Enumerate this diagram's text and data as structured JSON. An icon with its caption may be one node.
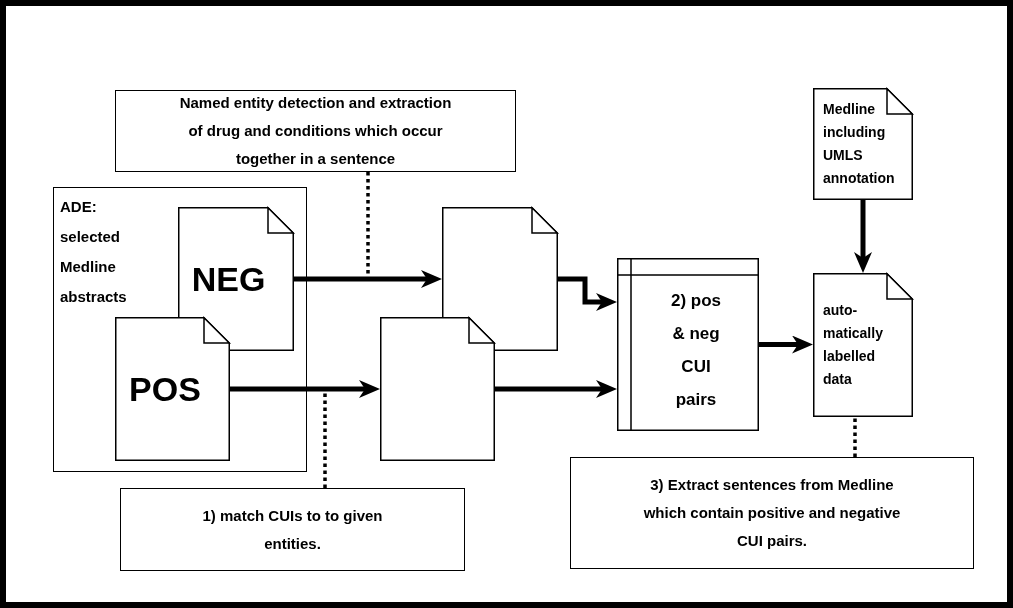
{
  "diagram": {
    "nodes": [
      {
        "text": [
          "ADE: selected Medline abstracts"
        ]
      },
      {
        "text": [
          "NEG"
        ],
        "in": 0
      },
      {
        "text": [
          "POS"
        ],
        "in": 0
      },
      {
        "text": [
          "Named entity detection and extraction of drug and conditions which occur together in a sentence"
        ]
      },
      {
        "text": [],
        "shape": "document"
      },
      {
        "text": [],
        "shape": "document"
      },
      {
        "text": [
          "2) pos & neg CUI pairs"
        ]
      },
      {
        "text": [
          "Medline including UMLS annotation"
        ]
      },
      {
        "text": [
          "auto-matically labelled data"
        ]
      },
      {
        "text": [
          "1) match CUIs to to given entities."
        ]
      },
      {
        "text": [
          "3) Extract sentences from Medline which contain positive and negative CUI pairs."
        ]
      }
    ],
    "edges": [
      {
        "from": 1,
        "to": 4,
        "arrow": "to"
      },
      {
        "from": 2,
        "to": 5,
        "arrow": "to"
      },
      {
        "from": 4,
        "to": 6,
        "arrow": "to"
      },
      {
        "from": 5,
        "to": 6,
        "arrow": "to"
      },
      {
        "from": 6,
        "to": 8,
        "arrow": "to"
      },
      {
        "from": 7,
        "to": 8,
        "arrow": "to"
      },
      {
        "from": 3,
        "to": null,
        "arrow": "none",
        "style": "dashed"
      },
      {
        "from": 9,
        "to": null,
        "arrow": "none",
        "style": "dashed"
      },
      {
        "from": 10,
        "to": 8,
        "arrow": "none",
        "style": "dashed"
      }
    ]
  }
}
